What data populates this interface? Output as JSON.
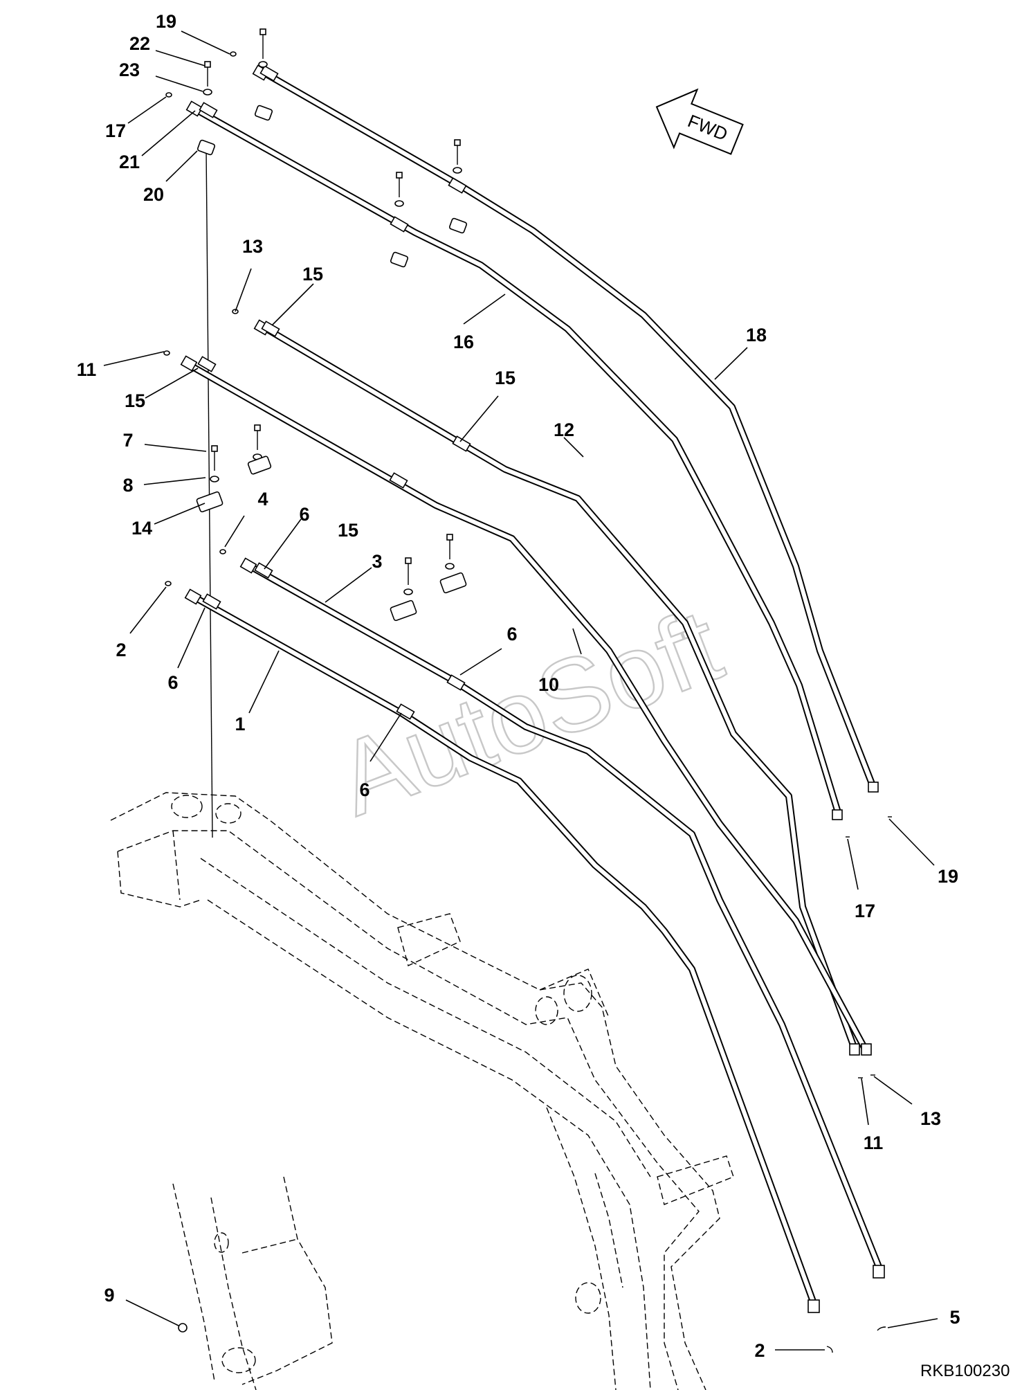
{
  "watermark": "AutoSoft",
  "drawing_id": "RKB100230",
  "fwd_label": "FWD",
  "callouts": [
    {
      "key": "c19a",
      "text": "19"
    },
    {
      "key": "c22",
      "text": "22"
    },
    {
      "key": "c23",
      "text": "23"
    },
    {
      "key": "c17a",
      "text": "17"
    },
    {
      "key": "c21",
      "text": "21"
    },
    {
      "key": "c20",
      "text": "20"
    },
    {
      "key": "c13a",
      "text": "13"
    },
    {
      "key": "c15a",
      "text": "15"
    },
    {
      "key": "c16",
      "text": "16"
    },
    {
      "key": "c18",
      "text": "18"
    },
    {
      "key": "c11a",
      "text": "11"
    },
    {
      "key": "c15b",
      "text": "15"
    },
    {
      "key": "c15c",
      "text": "15"
    },
    {
      "key": "c12",
      "text": "12"
    },
    {
      "key": "c7",
      "text": "7"
    },
    {
      "key": "c8",
      "text": "8"
    },
    {
      "key": "c14",
      "text": "14"
    },
    {
      "key": "c4",
      "text": "4"
    },
    {
      "key": "c6a",
      "text": "6"
    },
    {
      "key": "c15d",
      "text": "15"
    },
    {
      "key": "c3",
      "text": "3"
    },
    {
      "key": "c2a",
      "text": "2"
    },
    {
      "key": "c6b",
      "text": "6"
    },
    {
      "key": "c6c",
      "text": "6"
    },
    {
      "key": "c10",
      "text": "10"
    },
    {
      "key": "c1",
      "text": "1"
    },
    {
      "key": "c6d",
      "text": "6"
    },
    {
      "key": "c19b",
      "text": "19"
    },
    {
      "key": "c17b",
      "text": "17"
    },
    {
      "key": "c13b",
      "text": "13"
    },
    {
      "key": "c11b",
      "text": "11"
    },
    {
      "key": "c9",
      "text": "9"
    },
    {
      "key": "c5",
      "text": "5"
    },
    {
      "key": "c2b",
      "text": "2"
    }
  ]
}
